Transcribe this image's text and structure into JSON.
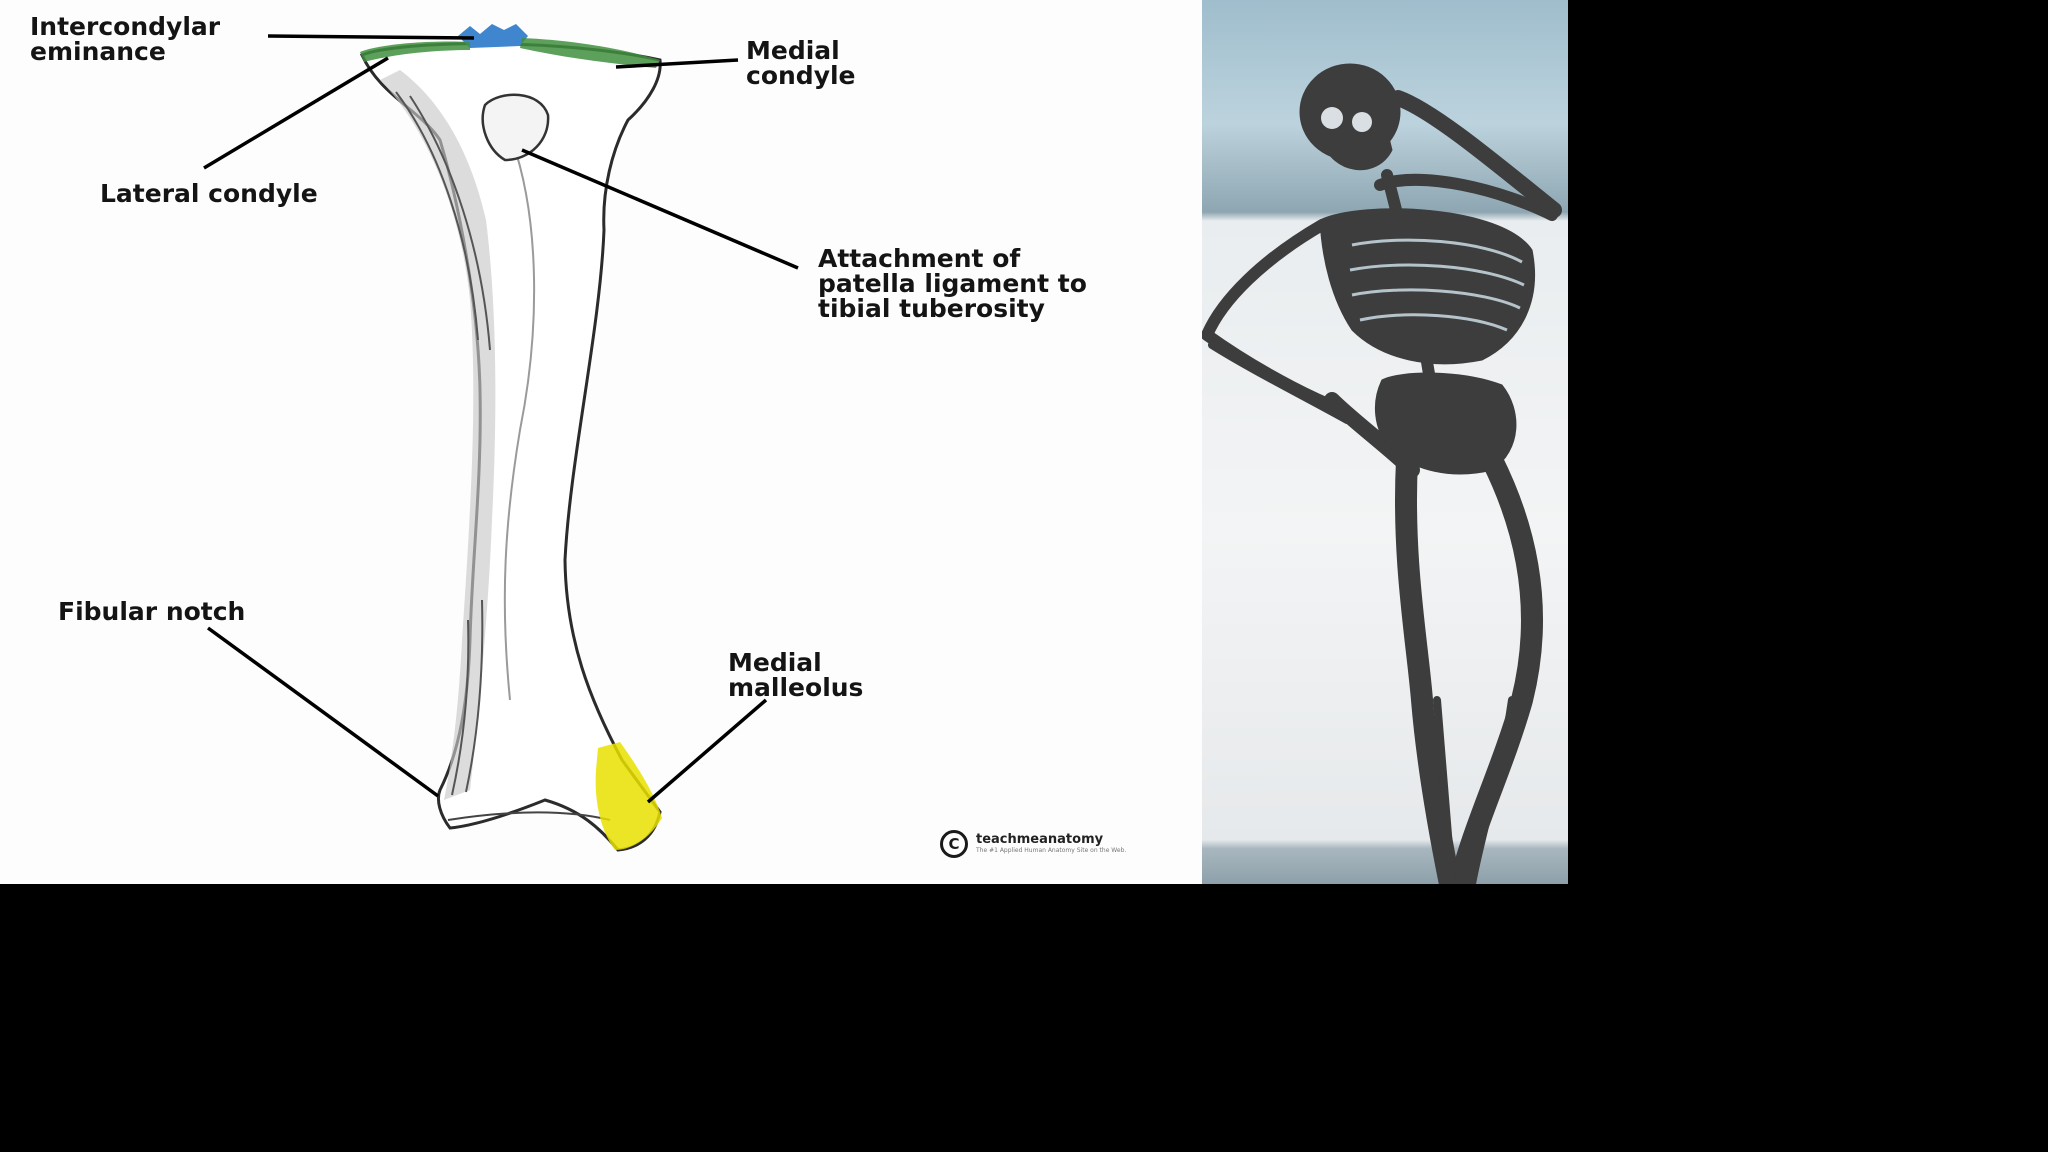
{
  "labels": {
    "intercondylar_eminance": "Intercondylar\neminance",
    "medial_condyle": "Medial\ncondyle",
    "lateral_condyle": "Lateral condyle",
    "patella_attachment": "Attachment of\npatella ligament to\ntibial tuberosity",
    "fibular_notch": "Fibular notch",
    "medial_malleolus": "Medial\nmalleolus"
  },
  "credit": {
    "symbol": "C",
    "brand": "teachmeanatomy",
    "tagline": "The #1 Applied Human Anatomy Site on the Web."
  },
  "icons": {
    "credit": "copyright-icon",
    "decoration": "skeleton-silhouette-icon"
  },
  "colors": {
    "slide_background": "#fdfdfd",
    "outer_background": "#000000",
    "eminence_highlight": "#3f86cf",
    "condyle_highlight": "#3f8f3f",
    "malleolus_highlight": "#e8e000",
    "label_text": "#141414",
    "skeleton": "#3d3d3d"
  }
}
